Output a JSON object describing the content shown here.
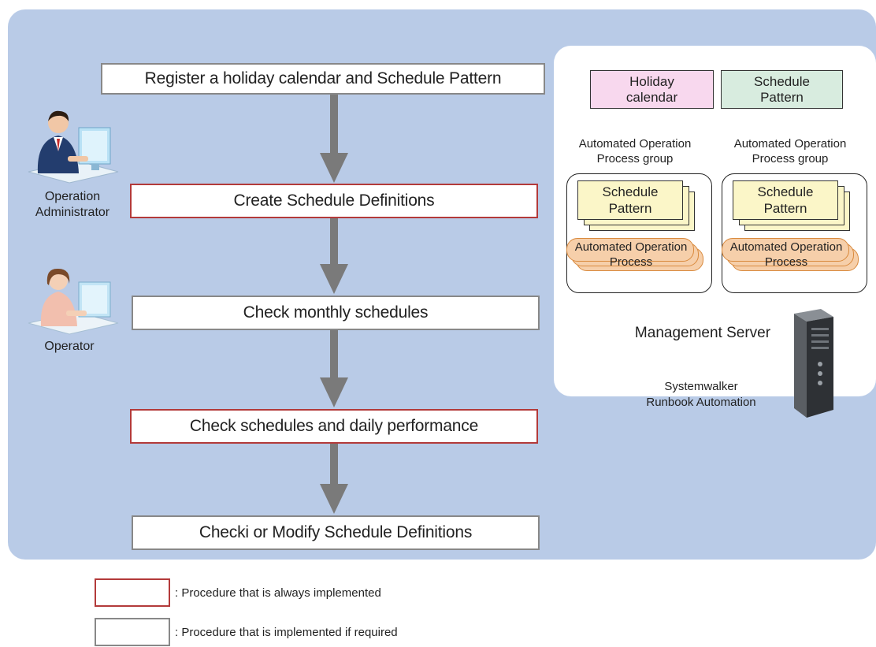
{
  "flow": {
    "steps": [
      {
        "label": "Register a holiday calendar and Schedule Pattern",
        "kind": "if-required"
      },
      {
        "label": "Create Schedule Definitions",
        "kind": "always"
      },
      {
        "label": "Check monthly schedules",
        "kind": "if-required"
      },
      {
        "label": "Check schedules and daily performance",
        "kind": "always"
      },
      {
        "label": "Checki or Modify Schedule Definitions",
        "kind": "if-required"
      }
    ]
  },
  "roles": {
    "admin_line1": "Operation",
    "admin_line2": "Administrator",
    "operator": "Operator"
  },
  "right_panel": {
    "holiday_line1": "Holiday",
    "holiday_line2": "calendar",
    "pattern_line1": "Schedule",
    "pattern_line2": "Pattern",
    "groups": [
      {
        "label_line1": "Automated Operation",
        "label_line2": "Process  group",
        "sched_line1": "Schedule",
        "sched_line2": "Pattern",
        "proc_line1": "Automated Operation",
        "proc_line2": "Process"
      },
      {
        "label_line1": "Automated Operation",
        "label_line2": "Process  group",
        "sched_line1": "Schedule",
        "sched_line2": "Pattern",
        "proc_line1": "Automated Operation",
        "proc_line2": "Process"
      }
    ],
    "server_label": "Management Server",
    "product_line1": "Systemwalker",
    "product_line2": "Runbook Automation"
  },
  "legend": {
    "always": ": Procedure that is always implemented",
    "if_required": ": Procedure that is implemented if required"
  },
  "colors": {
    "background_panel": "#b9cbe7",
    "always_border": "#b33a3a",
    "if_required_border": "#888888",
    "arrow": "#7a7a7a",
    "holiday_fill": "#f8d8ee",
    "pattern_fill": "#d8ecdf",
    "schedule_card_fill": "#fbf6c8",
    "process_card_fill": "#f6cfaa"
  }
}
